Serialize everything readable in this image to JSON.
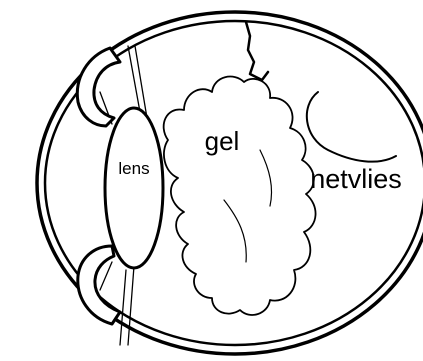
{
  "labels": {
    "lens": "lens",
    "gel": "gel",
    "retina": "netvlies"
  },
  "colors": {
    "line": "#000000",
    "fill": "#ffffff",
    "background": "#ffffff"
  }
}
